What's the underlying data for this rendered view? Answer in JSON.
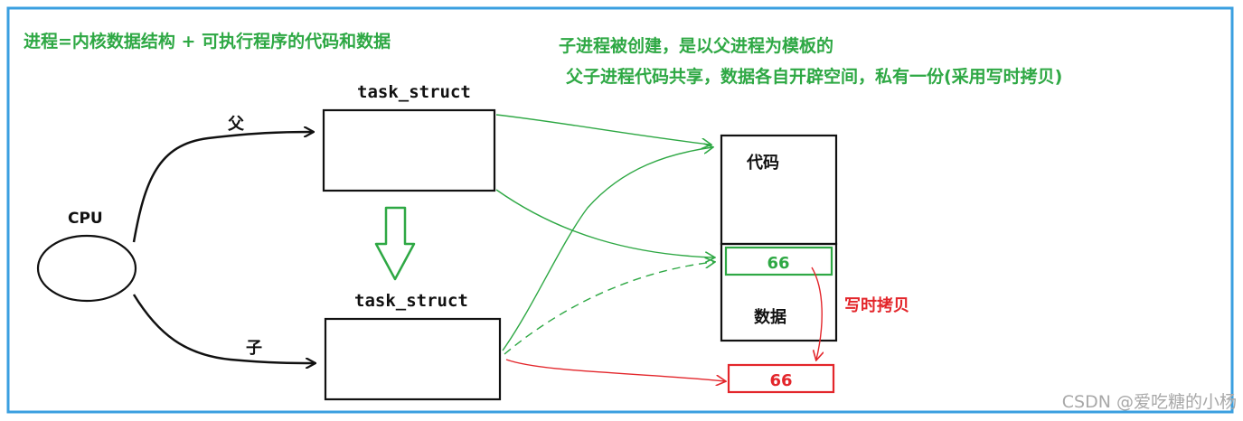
{
  "colors": {
    "frame": "#3a9fe0",
    "green": "#2ea844",
    "red": "#e3262b",
    "black": "#111111"
  },
  "notes": {
    "formula": "进程=内核数据结构 + 可执行程序的代码和数据",
    "line1": "子进程被创建，是以父进程为模板的",
    "line2": "父子进程代码共享，数据各自开辟空间，私有一份(采用写时拷贝)"
  },
  "cpu": {
    "label": "CPU"
  },
  "edges": {
    "parent": "父",
    "child": "子"
  },
  "parent_task": {
    "label": "task_struct"
  },
  "child_task": {
    "label": "task_struct"
  },
  "memory": {
    "code_label": "代码",
    "data_label": "数据",
    "shared_value": "66",
    "copied_value": "66"
  },
  "cow_label": "写时拷贝",
  "watermark": "CSDN @爱吃糖的小杨"
}
